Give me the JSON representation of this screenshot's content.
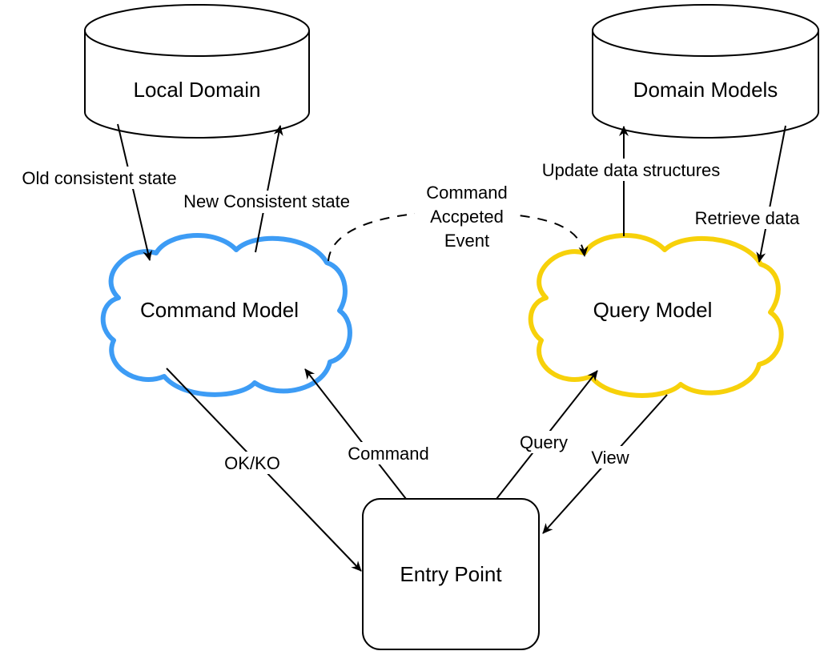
{
  "colors": {
    "command_model_stroke": "#3d9cf5",
    "query_model_stroke": "#f7d10a",
    "line": "#000000",
    "background": "#ffffff"
  },
  "nodes": {
    "local_domain": {
      "label": "Local Domain",
      "shape": "cylinder"
    },
    "domain_models": {
      "label": "Domain Models",
      "shape": "cylinder"
    },
    "command_model": {
      "label": "Command Model",
      "shape": "cloud"
    },
    "query_model": {
      "label": "Query Model",
      "shape": "cloud"
    },
    "entry_point": {
      "label": "Entry Point",
      "shape": "rounded-rectangle"
    }
  },
  "edges": {
    "old_consistent_state": {
      "label": "Old consistent state",
      "from": "Local Domain",
      "to": "Command Model"
    },
    "new_consistent_state": {
      "label": "New Consistent state",
      "from": "Command Model",
      "to": "Local Domain"
    },
    "command_accepted_event": {
      "label_lines": [
        "Command",
        "Accpeted",
        "Event"
      ],
      "from": "Command Model",
      "to": "Query Model",
      "style": "dashed"
    },
    "update_data_structures": {
      "label": "Update data structures",
      "from": "Query Model",
      "to": "Domain Models"
    },
    "retrieve_data": {
      "label": "Retrieve data",
      "from": "Domain Models",
      "to": "Query Model"
    },
    "ok_ko": {
      "label": "OK/KO",
      "from": "Command Model",
      "to": "Entry Point"
    },
    "command": {
      "label": "Command",
      "from": "Entry Point",
      "to": "Command Model"
    },
    "query": {
      "label": "Query",
      "from": "Entry Point",
      "to": "Query Model"
    },
    "view": {
      "label": "View",
      "from": "Query Model",
      "to": "Entry Point"
    }
  }
}
